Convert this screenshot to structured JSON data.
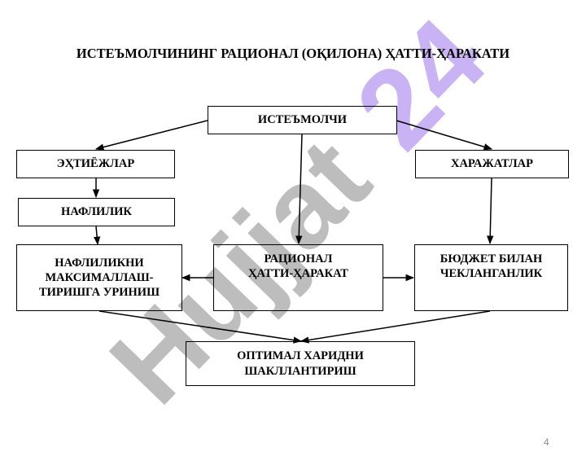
{
  "title": "ИСТЕЪМОЛЧИНИНГ РАЦИОНАЛ  (ОҚИЛОНА)  ҲАТТИ-ҲАРАКАТИ",
  "nodes": {
    "consumer": "ИСТЕЪМОЛЧИ",
    "needs": "ЭҲТИЁЖЛАР",
    "expenses": "ХАРАЖАТЛАР",
    "utility": "НАФЛИЛИК",
    "maximize_utility": "НАФЛИЛИКНИ\nМАКСИМАЛЛАШ-\nТИРИШГА УРИНИШ",
    "rational_behavior": "РАЦИОНАЛ\nҲАТТИ-ҲАРАКАТ",
    "budget_constraint": "БЮДЖЕТ  БИЛАН\nЧЕКЛАНГАНЛИК",
    "optimal_purchase": "ОПТИМАЛ ХАРИДНИ\nШАКЛЛАНТИРИШ"
  },
  "watermark": {
    "gray_text": "Hujjat",
    "purple_text": "24",
    "gray_color": "#bdbdbd",
    "purple_color": "#c9b3f5"
  },
  "page_number": "4"
}
